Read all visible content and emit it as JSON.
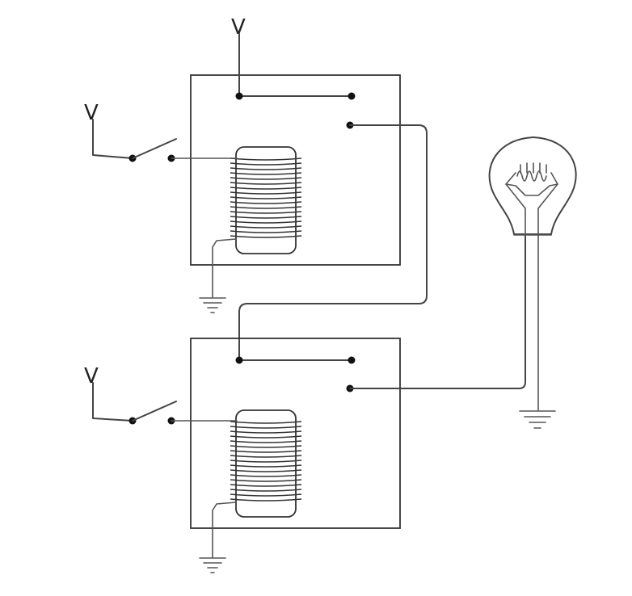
{
  "diagram": {
    "labels": {
      "v_top": "V",
      "v_relay1": "V",
      "v_relay2": "V"
    },
    "colors": {
      "line": "#444444",
      "dot": "#111111",
      "background": "#ffffff"
    }
  }
}
